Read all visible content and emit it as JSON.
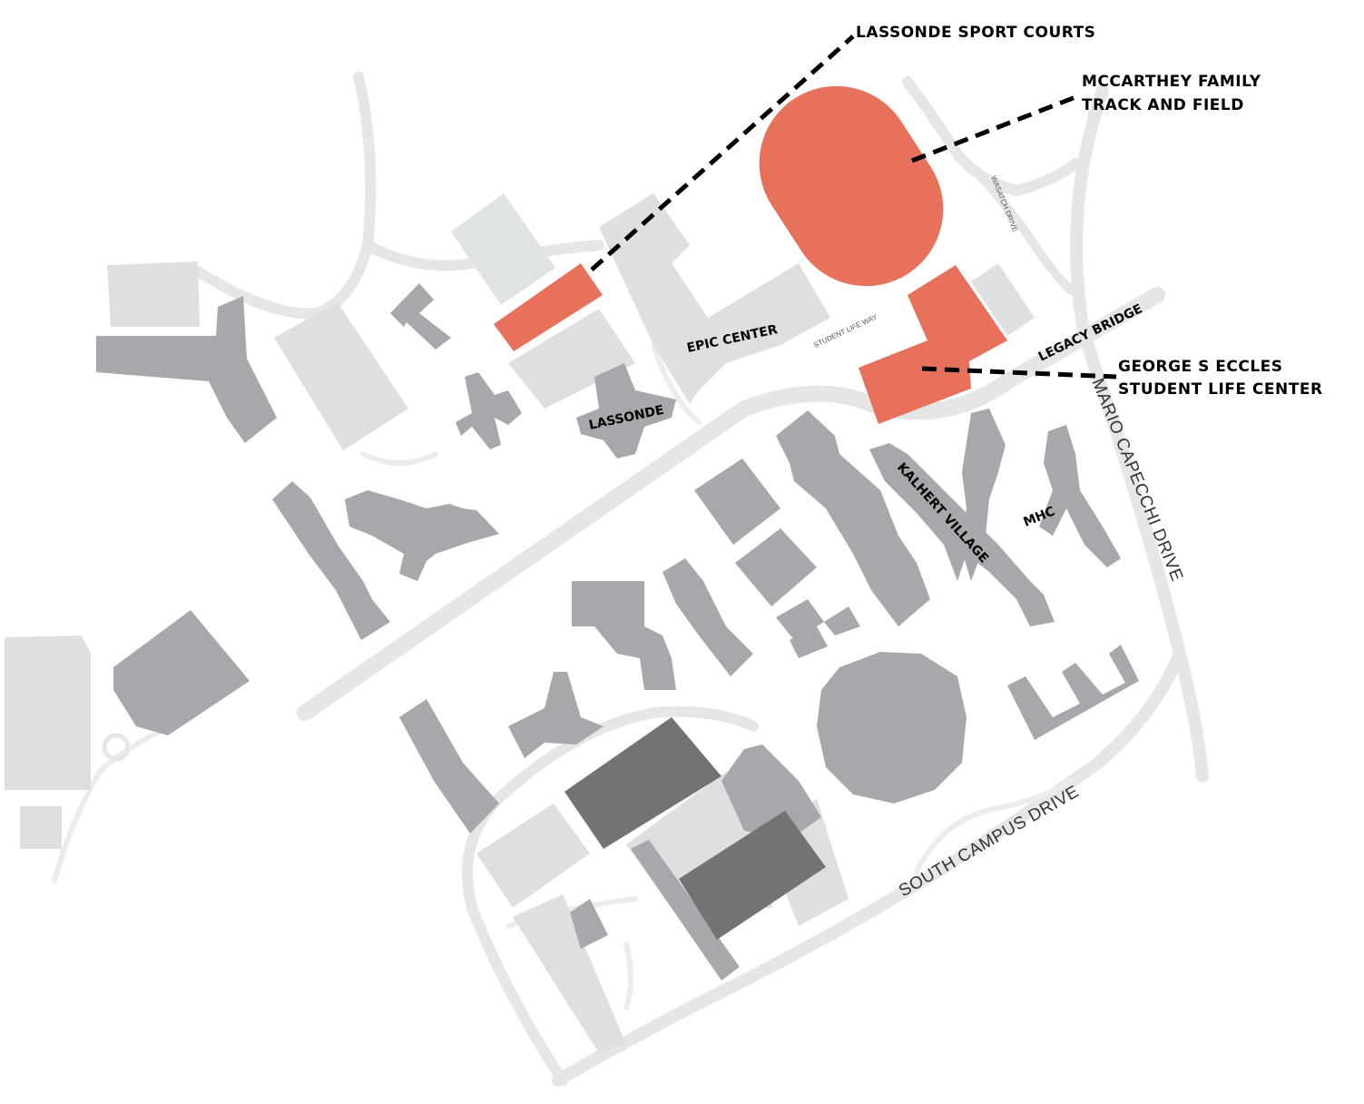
{
  "map": {
    "colors": {
      "highlight": "#e8715c",
      "building": "#a7a8ab",
      "building_light": "#dedfe0",
      "building_dark": "#737373",
      "road": "#e6e6e6",
      "callout_line": "#000000"
    },
    "callouts": {
      "sport_courts": "LASSONDE SPORT COURTS",
      "track_line1": "MCCARTHEY FAMILY",
      "track_line2": "TRACK AND FIELD",
      "eccles_line1": "GEORGE S ECCLES",
      "eccles_line2": "STUDENT LIFE CENTER"
    },
    "labels": {
      "epic_center": "EPIC CENTER",
      "lassonde": "LASSONDE",
      "legacy_bridge": "LEGACY BRIDGE",
      "kahlert_village": "KALHERT VILLAGE",
      "mhc": "MHC",
      "student_life_way": "STUDENT LIFE WAY",
      "wasatch_drive": "WASATCH DRIVE"
    },
    "roads": {
      "mario_capecchi": "MARIO CAPECCHI DRIVE",
      "south_campus": "SOUTH CAMPUS DRIVE"
    }
  }
}
